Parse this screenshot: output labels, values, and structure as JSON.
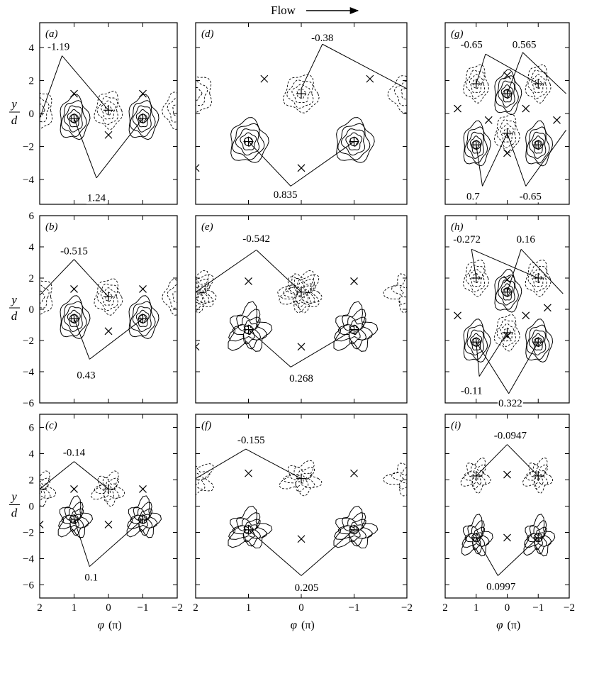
{
  "flow_label": "Flow",
  "y_axis_label": {
    "numerator": "y",
    "denominator": "d"
  },
  "x_axis_label": {
    "symbol": "φ",
    "unit": "(π)"
  },
  "x_ticks": [
    "2",
    "1",
    "0",
    "−1",
    "−2"
  ],
  "y_ticks_top": [
    "4",
    "2",
    "0",
    "−2",
    "−4"
  ],
  "y_ticks_mid": [
    "6",
    "4",
    "2",
    "0",
    "−2",
    "−4",
    "−6"
  ],
  "y_ticks_bot": [
    "6",
    "4",
    "2",
    "0",
    "−2",
    "−4",
    "−6"
  ],
  "chart_data": [
    {
      "panel": "a",
      "label": "(a)",
      "type": "contour",
      "xlim": [
        2,
        -2
      ],
      "ylim": [
        -5.5,
        5.5
      ],
      "positive_vortices": [
        {
          "x": 1,
          "y": -0.3
        },
        {
          "x": -1,
          "y": -0.3
        }
      ],
      "negative_vortices": [
        {
          "x": 0,
          "y": 0.2
        }
      ],
      "saddle_points": [
        {
          "x": 1,
          "y": 1.2
        },
        {
          "x": -1,
          "y": 1.2
        },
        {
          "x": 0,
          "y": -1.3
        }
      ],
      "annotations": [
        {
          "text": "-1.19"
        },
        {
          "text": "1.24"
        }
      ]
    },
    {
      "panel": "d",
      "label": "(d)",
      "type": "contour",
      "xlim": [
        2,
        -2
      ],
      "ylim": [
        -5.5,
        5.5
      ],
      "positive_vortices": [
        {
          "x": 1,
          "y": -1.7
        },
        {
          "x": -1,
          "y": -1.7
        }
      ],
      "negative_vortices": [
        {
          "x": 0,
          "y": 1.2
        }
      ],
      "saddle_points": [
        {
          "x": 0.7,
          "y": 2.1
        },
        {
          "x": -1.3,
          "y": 2.1
        },
        {
          "x": 0,
          "y": -3.3
        },
        {
          "x": 2,
          "y": -3.3
        }
      ],
      "annotations": [
        {
          "text": "-0.38"
        },
        {
          "text": "0.835"
        }
      ]
    },
    {
      "panel": "g",
      "label": "(g)",
      "type": "contour",
      "xlim": [
        2,
        -2
      ],
      "ylim": [
        -5.5,
        5.5
      ],
      "positive_vortices": [
        {
          "x": 1,
          "y": -1.9
        },
        {
          "x": -1,
          "y": -1.9
        },
        {
          "x": 0,
          "y": 1.2
        }
      ],
      "negative_vortices": [
        {
          "x": 1,
          "y": 1.8
        },
        {
          "x": -1,
          "y": 1.8
        },
        {
          "x": 0,
          "y": -1.2
        }
      ],
      "saddle_points": [
        {
          "x": 0,
          "y": 2.3
        },
        {
          "x": 1.6,
          "y": 0.3
        },
        {
          "x": -0.6,
          "y": 0.3
        },
        {
          "x": 0.6,
          "y": -0.4
        },
        {
          "x": -1.6,
          "y": -0.4
        },
        {
          "x": 0,
          "y": -2.4
        }
      ],
      "annotations": [
        {
          "text": "-0.65"
        },
        {
          "text": "0.565"
        },
        {
          "text": "0.7"
        },
        {
          "text": "-0.65"
        }
      ]
    },
    {
      "panel": "b",
      "label": "(b)",
      "type": "contour",
      "xlim": [
        2,
        -2
      ],
      "ylim": [
        -6,
        6
      ],
      "positive_vortices": [
        {
          "x": 1,
          "y": -0.6
        },
        {
          "x": -1,
          "y": -0.6
        }
      ],
      "negative_vortices": [
        {
          "x": 0,
          "y": 0.8
        }
      ],
      "saddle_points": [
        {
          "x": 1,
          "y": 1.3
        },
        {
          "x": -1,
          "y": 1.3
        },
        {
          "x": 0,
          "y": -1.4
        }
      ],
      "annotations": [
        {
          "text": "-0.515"
        },
        {
          "text": "0.43"
        }
      ]
    },
    {
      "panel": "e",
      "label": "(e)",
      "type": "contour",
      "xlim": [
        2,
        -2
      ],
      "ylim": [
        -6,
        6
      ],
      "positive_vortices": [
        {
          "x": 1,
          "y": -1.3
        },
        {
          "x": -1,
          "y": -1.3
        }
      ],
      "negative_vortices": [
        {
          "x": 2,
          "y": 1.1
        },
        {
          "x": 0,
          "y": 1.1
        }
      ],
      "saddle_points": [
        {
          "x": 1,
          "y": 1.8
        },
        {
          "x": -1,
          "y": 1.8
        },
        {
          "x": 0,
          "y": -2.4
        },
        {
          "x": 2,
          "y": -2.4
        }
      ],
      "annotations": [
        {
          "text": "-0.542"
        },
        {
          "text": "0.268"
        }
      ]
    },
    {
      "panel": "h",
      "label": "(h)",
      "type": "contour",
      "xlim": [
        2,
        -2
      ],
      "ylim": [
        -6,
        6
      ],
      "positive_vortices": [
        {
          "x": 1,
          "y": -2.1
        },
        {
          "x": -1,
          "y": -2.1
        },
        {
          "x": 0,
          "y": 1.1
        }
      ],
      "negative_vortices": [
        {
          "x": 1,
          "y": 2.0
        },
        {
          "x": -1,
          "y": 2.0
        },
        {
          "x": 0,
          "y": -1.5
        }
      ],
      "saddle_points": [
        {
          "x": 0,
          "y": 1.9
        },
        {
          "x": 1.6,
          "y": -0.4
        },
        {
          "x": -0.6,
          "y": -0.4
        },
        {
          "x": 0,
          "y": -1.7
        },
        {
          "x": -1.3,
          "y": 0.1
        }
      ],
      "annotations": [
        {
          "text": "-0.272"
        },
        {
          "text": "0.16"
        },
        {
          "text": "-0.11"
        },
        {
          "text": "0.322"
        }
      ]
    },
    {
      "panel": "c",
      "label": "(c)",
      "type": "contour",
      "xlim": [
        2,
        -2
      ],
      "ylim": [
        -7,
        7
      ],
      "positive_vortices": [
        {
          "x": 1,
          "y": -1.0
        },
        {
          "x": -1,
          "y": -1.0
        }
      ],
      "negative_vortices": [
        {
          "x": 2,
          "y": 1.3
        },
        {
          "x": 0,
          "y": 1.3
        }
      ],
      "saddle_points": [
        {
          "x": 1,
          "y": 1.3
        },
        {
          "x": -1,
          "y": 1.3
        },
        {
          "x": 2,
          "y": -1.4
        },
        {
          "x": 0,
          "y": -1.4
        }
      ],
      "annotations": [
        {
          "text": "-0.14"
        },
        {
          "text": "0.1"
        }
      ]
    },
    {
      "panel": "f",
      "label": "(f)",
      "type": "contour",
      "xlim": [
        2,
        -2
      ],
      "ylim": [
        -7,
        7
      ],
      "positive_vortices": [
        {
          "x": 1,
          "y": -1.8
        },
        {
          "x": -1,
          "y": -1.8
        }
      ],
      "negative_vortices": [
        {
          "x": 0,
          "y": 2.1
        }
      ],
      "saddle_points": [
        {
          "x": 1,
          "y": 2.5
        },
        {
          "x": -1,
          "y": 2.5
        },
        {
          "x": 0,
          "y": -2.5
        }
      ],
      "annotations": [
        {
          "text": "-0.155"
        },
        {
          "text": "0.205"
        }
      ]
    },
    {
      "panel": "i",
      "label": "(i)",
      "type": "contour",
      "xlim": [
        2,
        -2
      ],
      "ylim": [
        -7,
        7
      ],
      "positive_vortices": [
        {
          "x": 1,
          "y": -2.4
        },
        {
          "x": -1,
          "y": -2.4
        }
      ],
      "negative_vortices": [
        {
          "x": 1,
          "y": 2.3
        },
        {
          "x": -1,
          "y": 2.3
        }
      ],
      "saddle_points": [
        {
          "x": 0,
          "y": 2.4
        },
        {
          "x": 0,
          "y": -2.4
        }
      ],
      "annotations": [
        {
          "text": "-0.0947"
        },
        {
          "text": "0.0997"
        }
      ]
    }
  ]
}
